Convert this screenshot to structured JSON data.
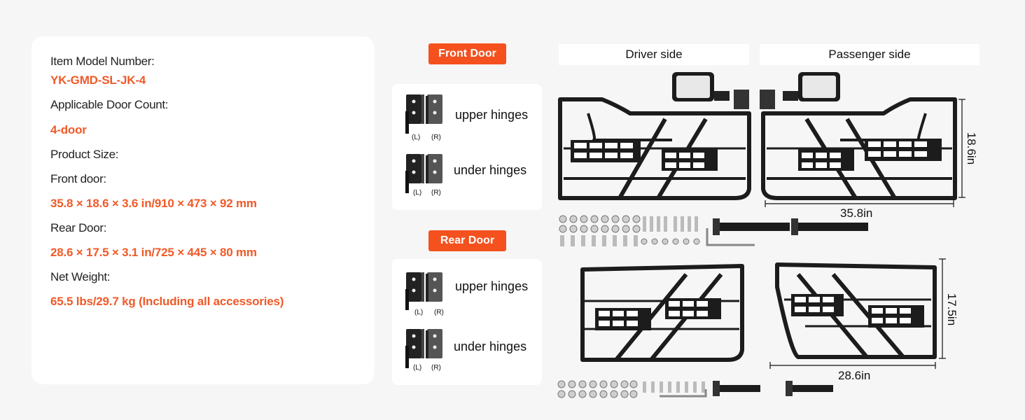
{
  "specs": {
    "model_label": "Item Model Number:",
    "model_value": "YK-GMD-SL-JK-4",
    "door_count_label": "Applicable Door Count:",
    "door_count_value": "4-door",
    "size_label": "Product Size:",
    "front_label": "Front door:",
    "front_value": "35.8 × 18.6 × 3.6 in/910 × 473 × 92 mm",
    "rear_label": "Rear Door:",
    "rear_value": "28.6 × 17.5 × 3.1 in/725 × 445 × 80 mm",
    "weight_label": "Net Weight:",
    "weight_value": "65.5 lbs/29.7 kg (Including all accessories)"
  },
  "hinges": {
    "front_tag": "Front Door",
    "rear_tag": "Rear Door",
    "upper": "upper hinges",
    "under": "under hinges",
    "left": "(L)",
    "right": "(R)"
  },
  "doors": {
    "driver_side": "Driver side",
    "passenger_side": "Passenger side",
    "front_width": "35.8in",
    "front_height": "18.6in",
    "rear_width": "28.6in",
    "rear_height": "17.5in"
  },
  "colors": {
    "accent": "#f05a28",
    "tag": "#f4511e"
  }
}
